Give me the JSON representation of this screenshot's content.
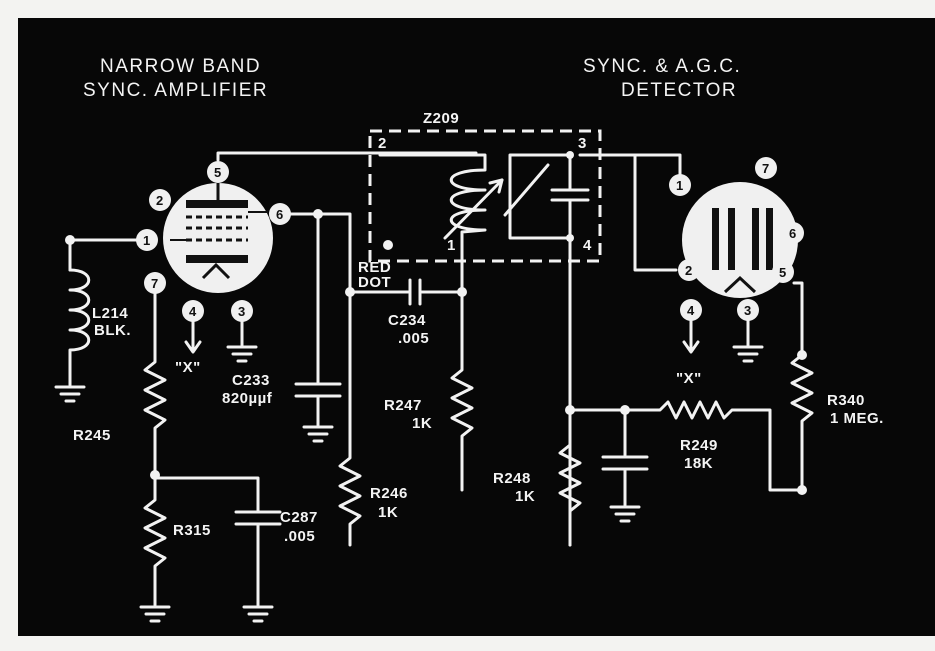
{
  "headers": {
    "left_line1": "NARROW  BAND",
    "left_line2": "SYNC. AMPLIFIER",
    "right_line1": "SYNC. & A.G.C.",
    "right_line2": "DETECTOR"
  },
  "transformer": {
    "label": "Z209",
    "red_dot_1": "RED",
    "red_dot_2": "DOT",
    "pins": [
      "1",
      "2",
      "3",
      "4"
    ]
  },
  "tube_left_pins": [
    "1",
    "2",
    "3",
    "4",
    "5",
    "6",
    "7"
  ],
  "tube_right_pins": [
    "1",
    "2",
    "3",
    "4",
    "5",
    "6",
    "7"
  ],
  "components": {
    "L214": {
      "name": "L214",
      "value": "BLK."
    },
    "C233": {
      "name": "C233",
      "value": "820µµf"
    },
    "C234": {
      "name": "C234",
      "value": ".005"
    },
    "C287": {
      "name": "C287",
      "value": ".005"
    },
    "R245": {
      "name": "R245"
    },
    "R315": {
      "name": "R315"
    },
    "R246": {
      "name": "R246",
      "value": "1K"
    },
    "R247": {
      "name": "R247",
      "value": "1K"
    },
    "R248": {
      "name": "R248",
      "value": "1K"
    },
    "R249": {
      "name": "R249",
      "value": "18K"
    },
    "R340": {
      "name": "R340",
      "value": "1 MEG."
    }
  },
  "x_markers": {
    "left": "\"X\"",
    "right": "\"X\""
  }
}
